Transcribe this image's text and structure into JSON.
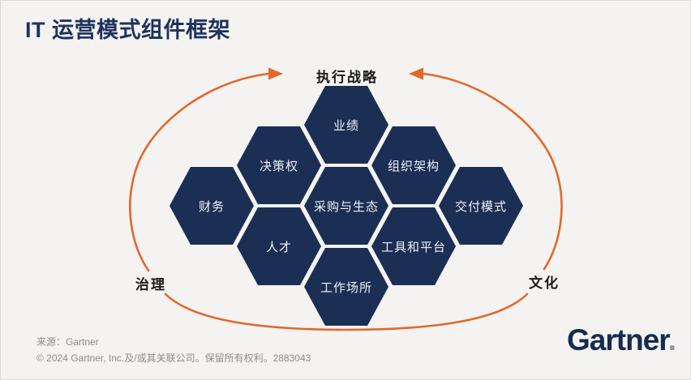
{
  "title": "IT 运营模式组件框架",
  "diagram": {
    "top_label": "执行战略",
    "left_label": "治理",
    "right_label": "文化",
    "hexagons": [
      {
        "label": "业绩"
      },
      {
        "label": "决策权"
      },
      {
        "label": "组织架构"
      },
      {
        "label": "财务"
      },
      {
        "label": "采购与生态"
      },
      {
        "label": "交付模式"
      },
      {
        "label": "人才"
      },
      {
        "label": "工具和平台"
      },
      {
        "label": "工作场所"
      }
    ]
  },
  "footer": {
    "source": "来源：Gartner",
    "copyright": "© 2024 Gartner, Inc.及/或其关联公司。保留所有权利。2883043"
  },
  "logo": {
    "text": "Gartner",
    "dot": "."
  },
  "colors": {
    "hexagon_navy": "#1b2f55",
    "title_navy": "#1d335c",
    "arrow_orange": "#e2682a",
    "background": "#f4f3f1",
    "footer_gray": "#8c8c8c"
  }
}
